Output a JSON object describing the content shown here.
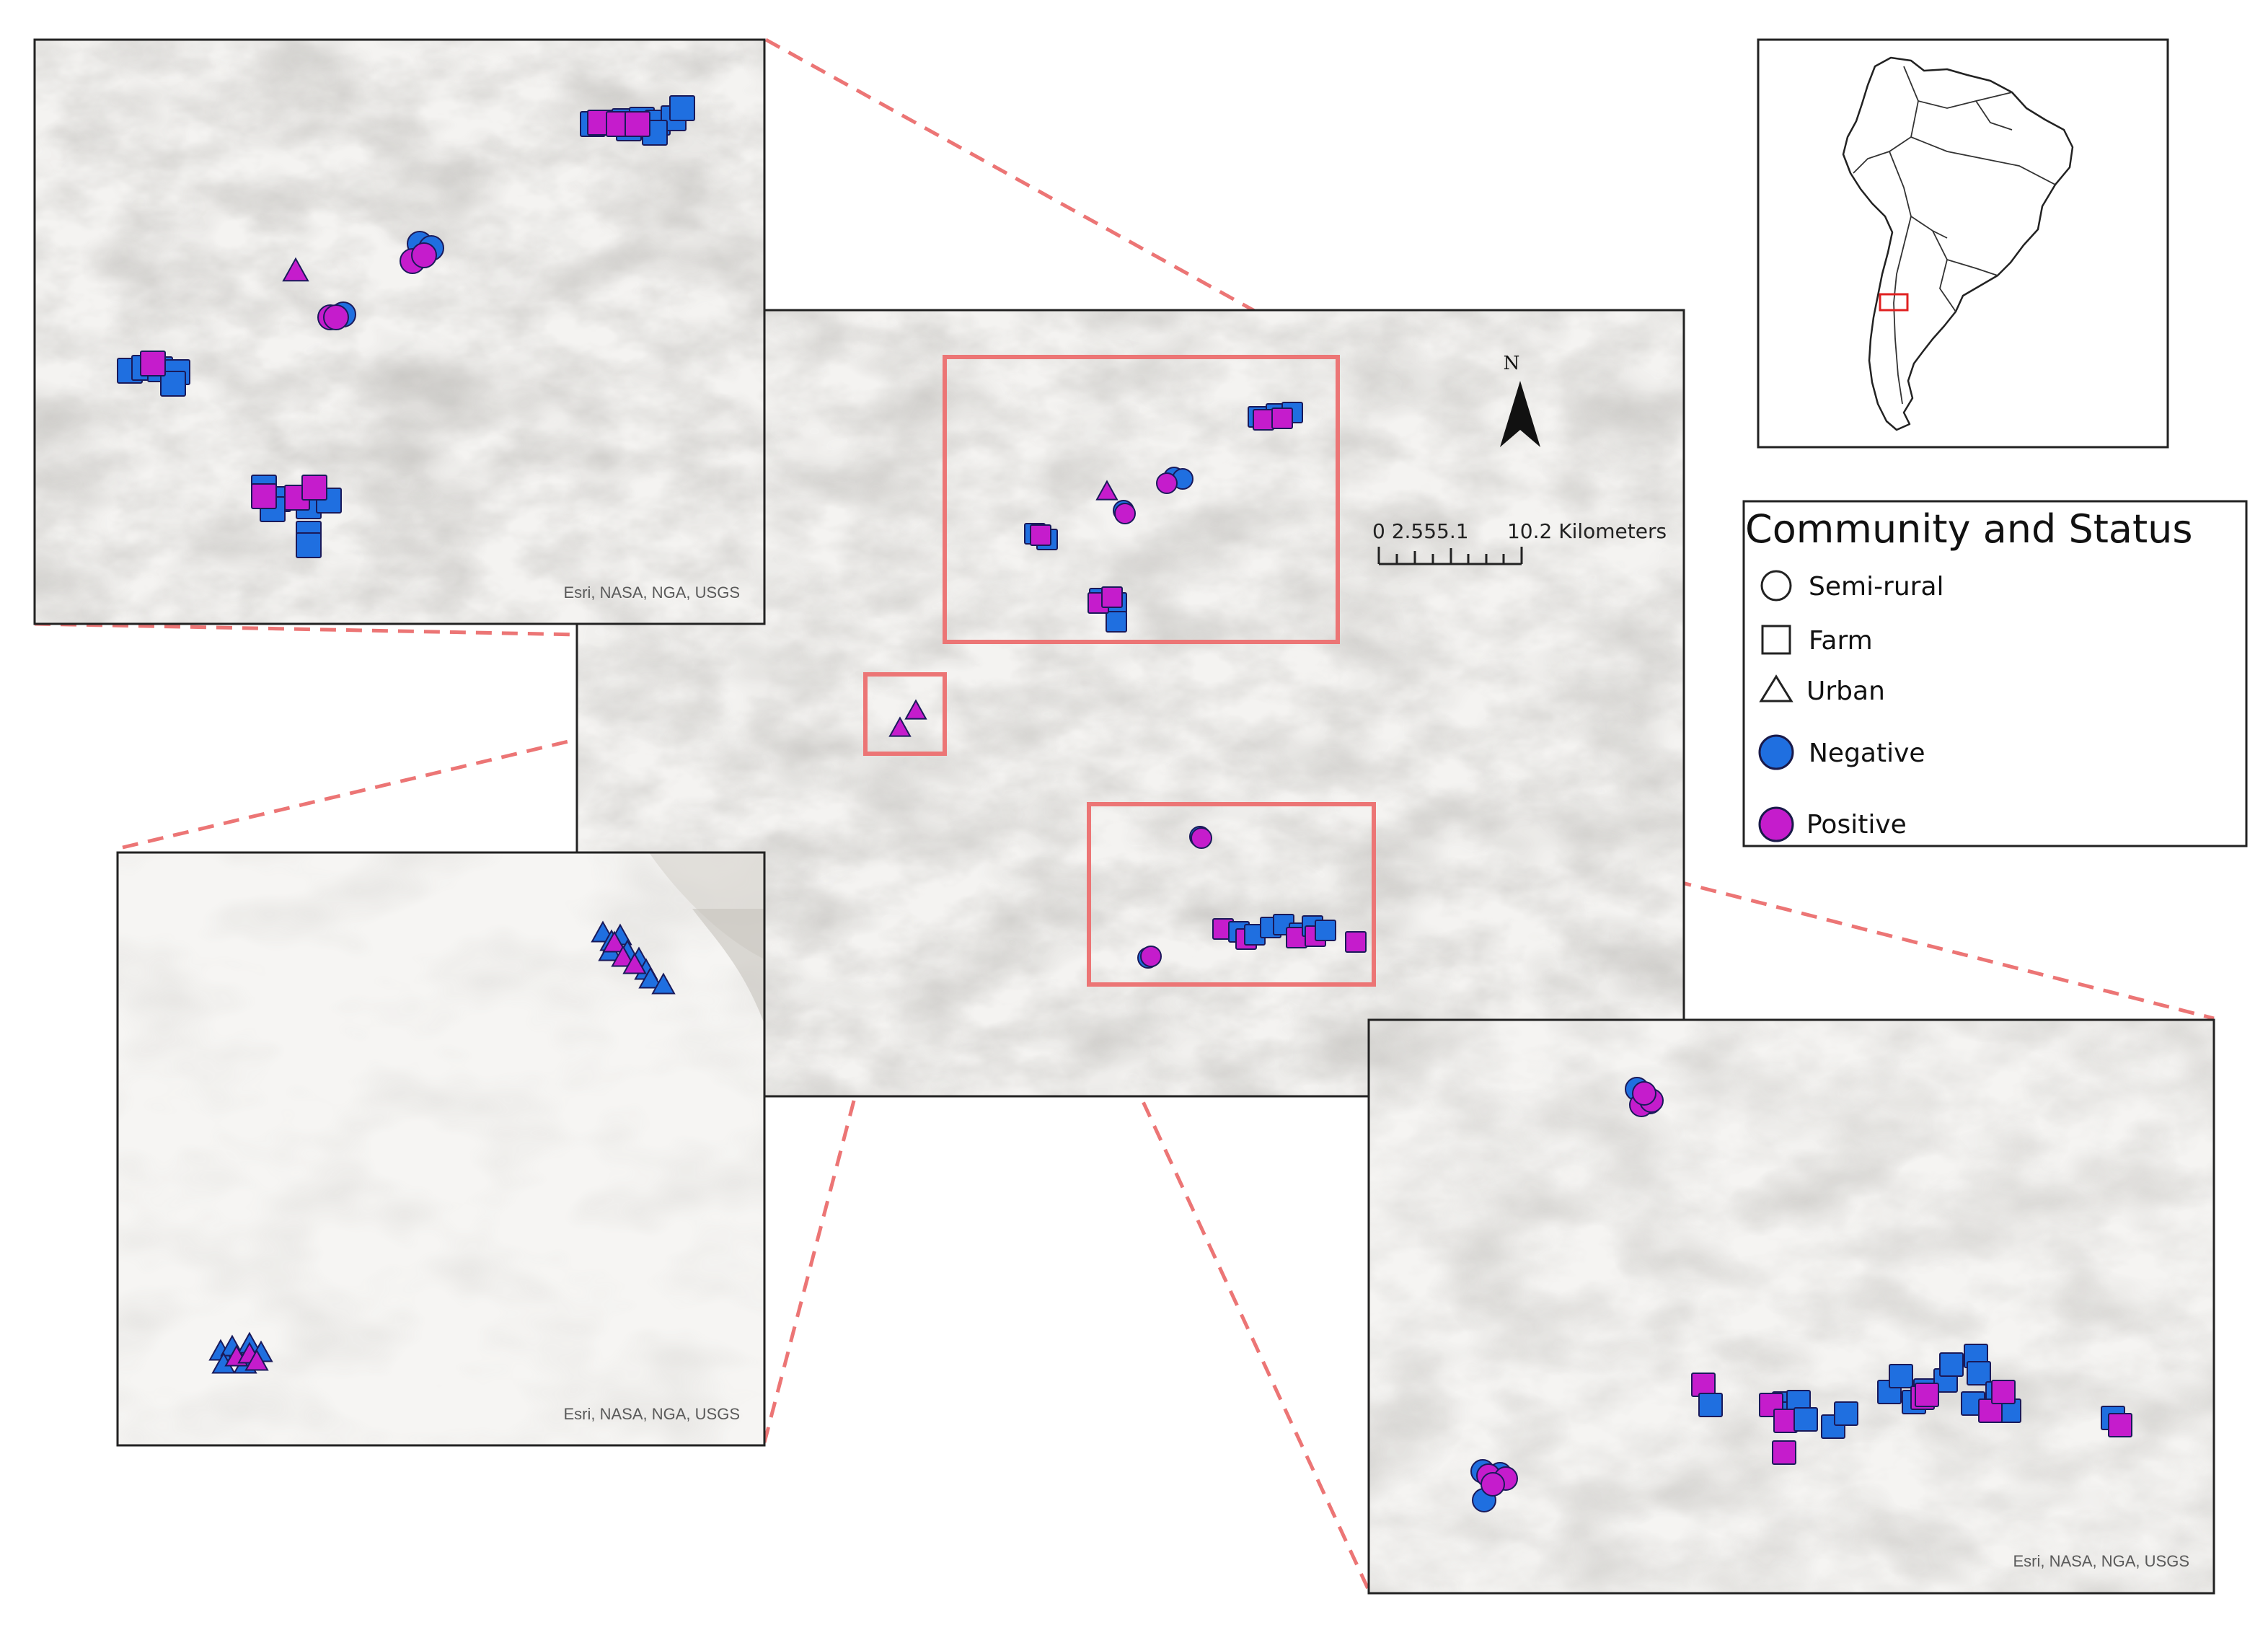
{
  "attribution": "Esri, NASA, NGA, USGS",
  "scale_bar": {
    "label": "0 2.555.1      10.2 Kilometers"
  },
  "north_arrow": {
    "label": "N"
  },
  "legend": {
    "title": "Community and Status",
    "items": [
      {
        "label": "Semi-rural",
        "shape": "circle",
        "color": "#ffffff"
      },
      {
        "label": "Farm",
        "shape": "square",
        "color": "#ffffff"
      },
      {
        "label": "Urban",
        "shape": "triangle",
        "color": "#ffffff"
      },
      {
        "label": "Negative",
        "shape": "circle",
        "color": "#1f6fe0"
      },
      {
        "label": "Positive",
        "shape": "circle",
        "color": "#c51ccc"
      }
    ]
  },
  "colors": {
    "negative": "#1f6fe0",
    "positive": "#c51ccc",
    "marker_outline": "#1a1a5a",
    "callout_box": "#ec7575",
    "callout_line": "#ec7575",
    "locator_box": "#e02020",
    "terrain_base": "#f4f3f1",
    "terrain_relief": "#c9c6c1"
  },
  "panels": {
    "main": {
      "name": "main-map"
    },
    "inset_north": {
      "name": "inset-north-map"
    },
    "inset_urban": {
      "name": "inset-urban-map"
    },
    "inset_south": {
      "name": "inset-south-map"
    },
    "locator": {
      "name": "south-america-locator",
      "region": "South America"
    }
  }
}
